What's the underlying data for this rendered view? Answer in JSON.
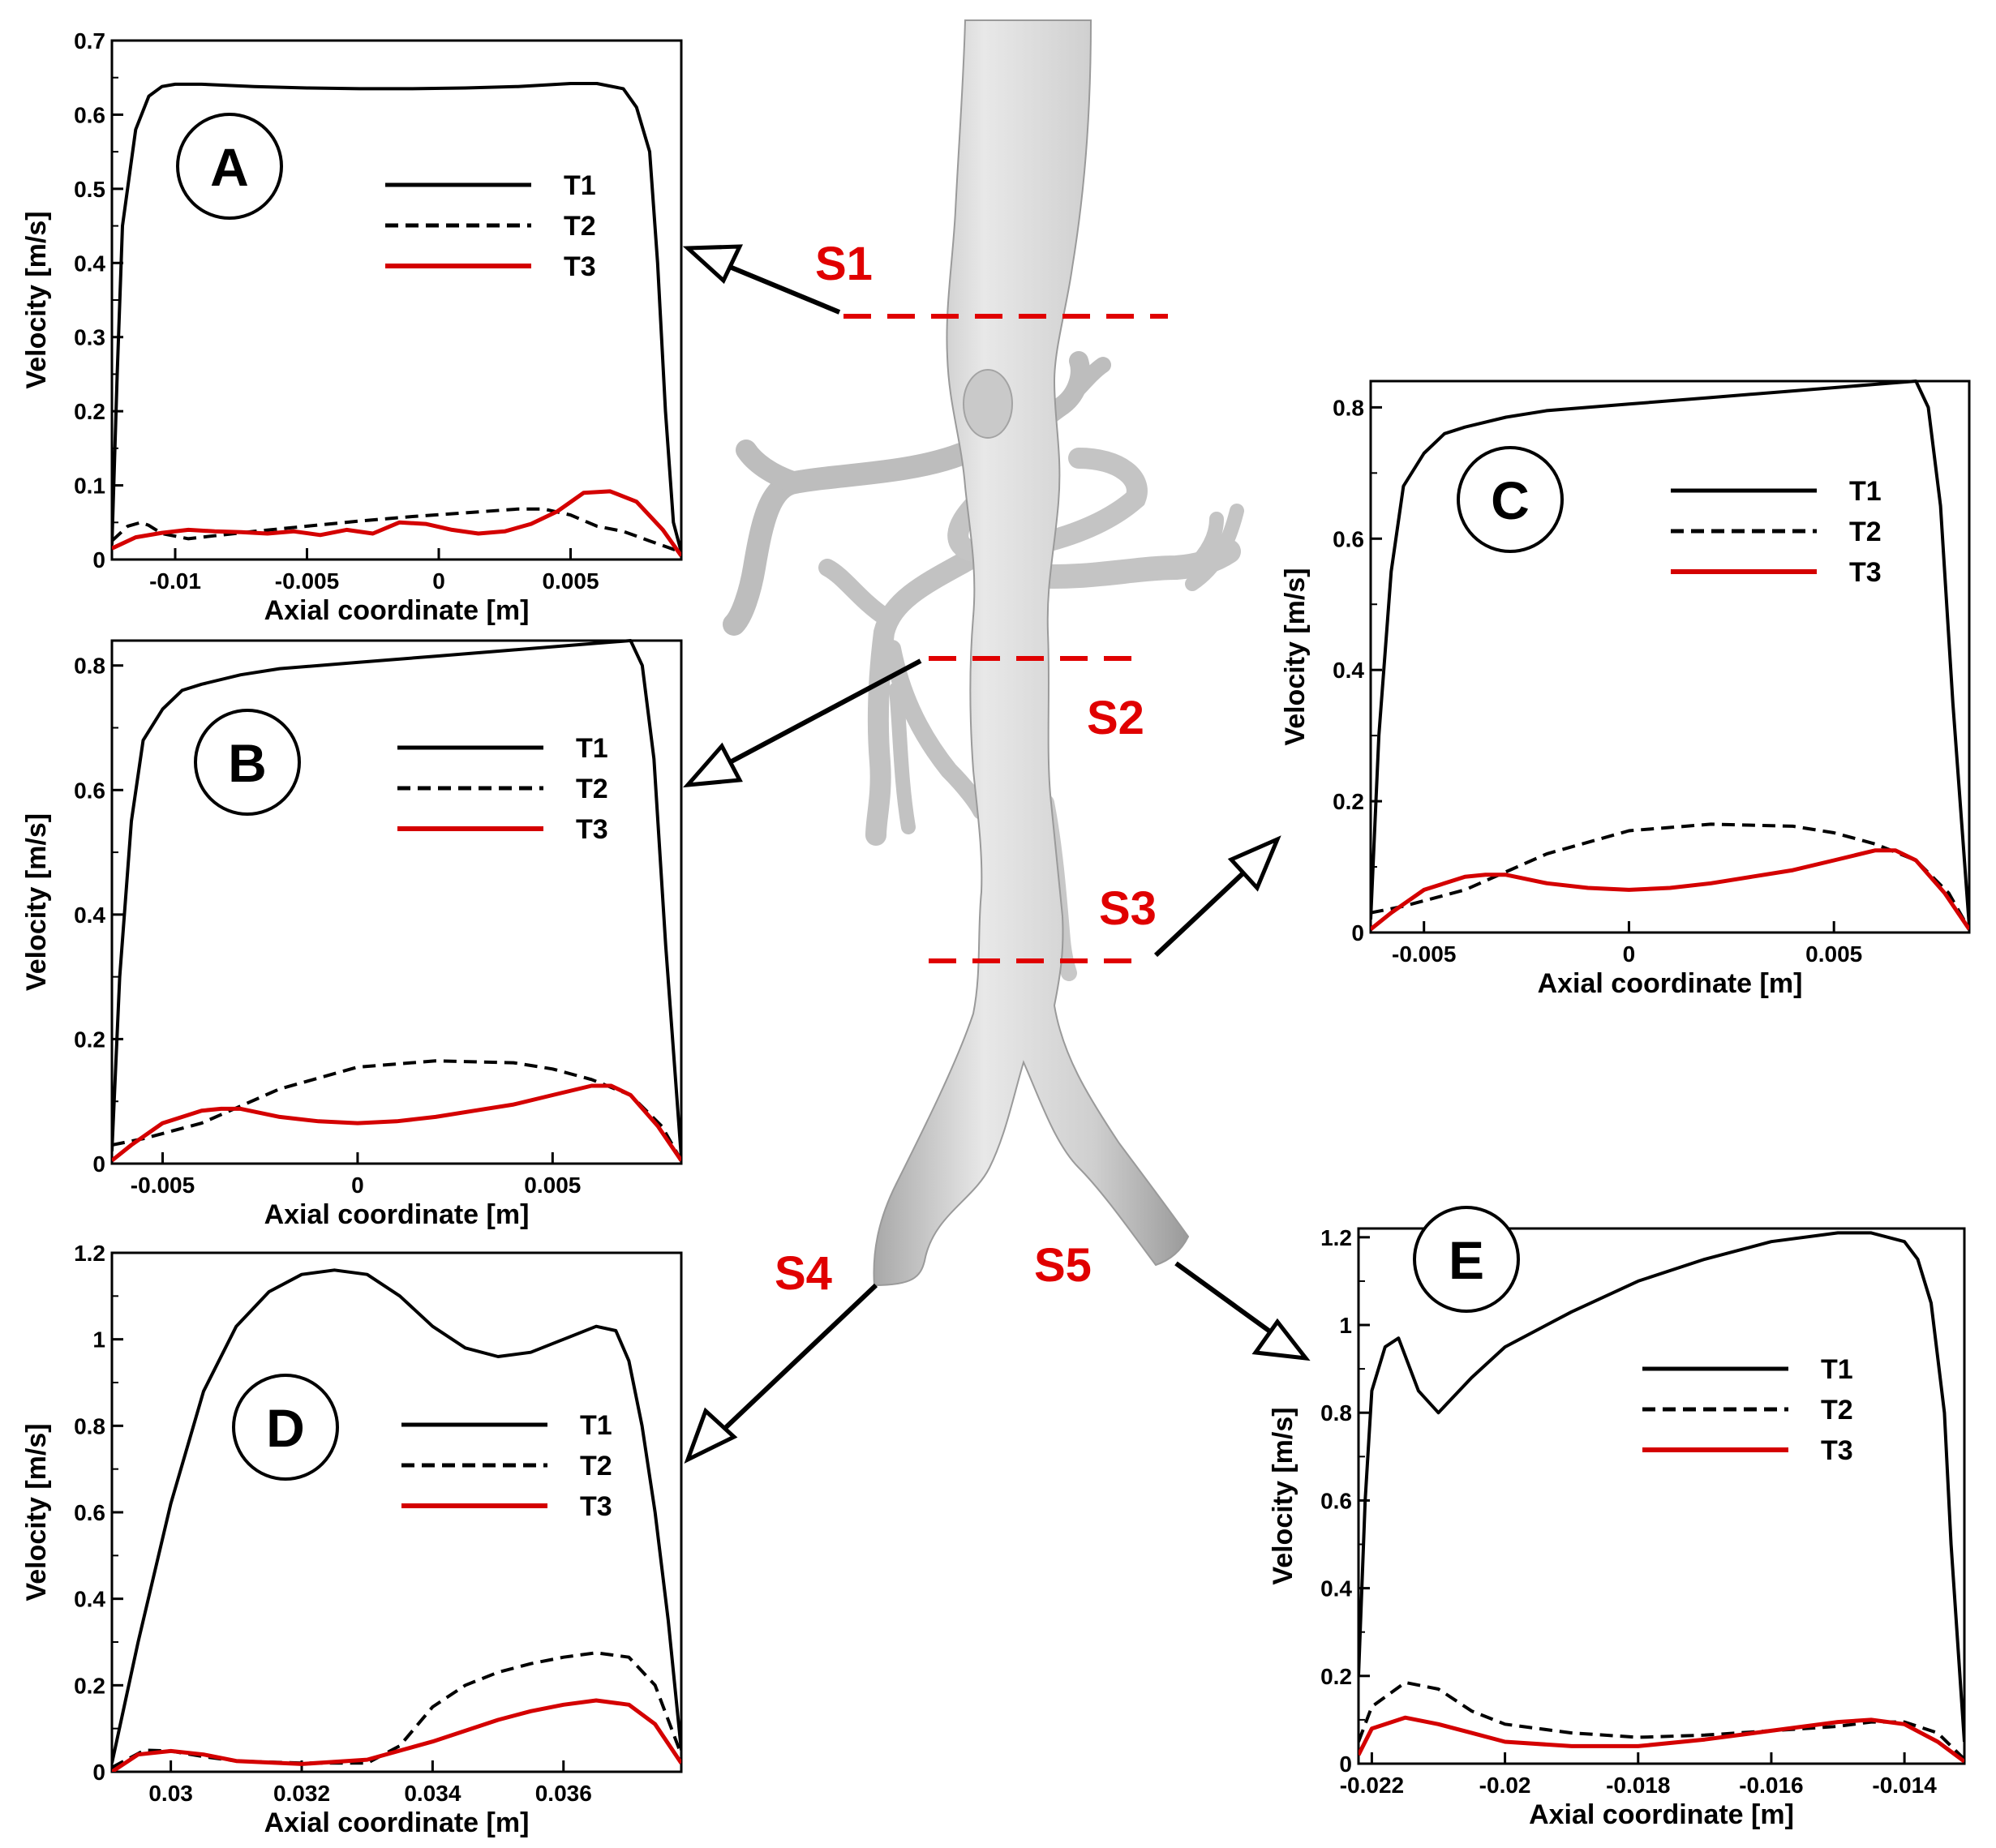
{
  "panels": {
    "A": {
      "label": "A",
      "xlabel": "Axial coordinate [m]",
      "ylabel": "Velocity [m/s]",
      "xticks": [
        "-0.01",
        "-0.005",
        "0",
        "0.005"
      ],
      "yticks": [
        "0",
        "0.1",
        "0.2",
        "0.3",
        "0.4",
        "0.5",
        "0.6",
        "0.7"
      ],
      "legend": [
        "T1",
        "T2",
        "T3"
      ]
    },
    "B": {
      "label": "B",
      "xlabel": "Axial coordinate [m]",
      "ylabel": "Velocity [m/s]",
      "xticks": [
        "-0.005",
        "0",
        "0.005"
      ],
      "yticks": [
        "0",
        "0.2",
        "0.4",
        "0.6",
        "0.8"
      ],
      "legend": [
        "T1",
        "T2",
        "T3"
      ]
    },
    "C": {
      "label": "C",
      "xlabel": "Axial coordinate [m]",
      "ylabel": "Velocity [m/s]",
      "xticks": [
        "-0.005",
        "0",
        "0.005"
      ],
      "yticks": [
        "0",
        "0.2",
        "0.4",
        "0.6",
        "0.8"
      ],
      "legend": [
        "T1",
        "T2",
        "T3"
      ]
    },
    "D": {
      "label": "D",
      "xlabel": "Axial coordinate [m]",
      "ylabel": "Velocity [m/s]",
      "xticks": [
        "0.03",
        "0.032",
        "0.034",
        "0.036"
      ],
      "yticks": [
        "0",
        "0.2",
        "0.4",
        "0.6",
        "0.8",
        "1",
        "1.2"
      ],
      "legend": [
        "T1",
        "T2",
        "T3"
      ]
    },
    "E": {
      "label": "E",
      "xlabel": "Axial coordinate [m]",
      "ylabel": "Velocity [m/s]",
      "xticks": [
        "-0.022",
        "-0.02",
        "-0.018",
        "-0.016",
        "-0.014"
      ],
      "yticks": [
        "0",
        "0.2",
        "0.4",
        "0.6",
        "0.8",
        "1",
        "1.2"
      ],
      "legend": [
        "T1",
        "T2",
        "T3"
      ]
    }
  },
  "sections": {
    "s1": "S1",
    "s2": "S2",
    "s3": "S3",
    "s4": "S4",
    "s5": "S5"
  },
  "colors": {
    "T1": "#000000",
    "T2": "#000000",
    "T3": "#d40000",
    "section": "#e00000",
    "vessel": "#cfcfcf"
  },
  "chart_data": [
    {
      "id": "A",
      "type": "line",
      "xlim": [
        -0.0124,
        0.0092
      ],
      "ylim": [
        0,
        0.7
      ],
      "series": [
        {
          "name": "T1",
          "style": "solid",
          "color": "#000000",
          "x": [
            -0.0124,
            -0.0122,
            -0.012,
            -0.0115,
            -0.011,
            -0.0105,
            -0.01,
            -0.009,
            -0.007,
            -0.005,
            -0.003,
            -0.001,
            0.001,
            0.003,
            0.005,
            0.006,
            0.007,
            0.0075,
            0.008,
            0.0083,
            0.0086,
            0.0089,
            0.0092
          ],
          "y": [
            0.02,
            0.25,
            0.45,
            0.58,
            0.625,
            0.638,
            0.641,
            0.641,
            0.638,
            0.636,
            0.635,
            0.635,
            0.636,
            0.638,
            0.642,
            0.642,
            0.635,
            0.61,
            0.55,
            0.4,
            0.2,
            0.05,
            0.01
          ]
        },
        {
          "name": "T2",
          "style": "dashed",
          "color": "#000000",
          "x": [
            -0.0124,
            -0.0118,
            -0.0113,
            -0.011,
            -0.0105,
            -0.0095,
            -0.0085,
            -0.007,
            -0.005,
            -0.003,
            -0.001,
            0.001,
            0.003,
            0.004,
            0.005,
            0.006,
            0.007,
            0.008,
            0.0088,
            0.0092
          ],
          "y": [
            0.025,
            0.045,
            0.05,
            0.046,
            0.035,
            0.028,
            0.032,
            0.038,
            0.045,
            0.052,
            0.058,
            0.063,
            0.068,
            0.068,
            0.06,
            0.045,
            0.038,
            0.025,
            0.015,
            0.01
          ]
        },
        {
          "name": "T3",
          "style": "solid",
          "color": "#d40000",
          "x": [
            -0.0124,
            -0.0115,
            -0.0105,
            -0.0095,
            -0.0085,
            -0.0075,
            -0.0065,
            -0.0055,
            -0.0045,
            -0.0035,
            -0.0025,
            -0.0015,
            -0.0005,
            0.0005,
            0.0015,
            0.0025,
            0.0035,
            0.0045,
            0.0055,
            0.0065,
            0.0075,
            0.0085,
            0.0092
          ],
          "y": [
            0.015,
            0.03,
            0.036,
            0.04,
            0.038,
            0.037,
            0.035,
            0.038,
            0.033,
            0.04,
            0.035,
            0.05,
            0.048,
            0.04,
            0.035,
            0.038,
            0.048,
            0.065,
            0.09,
            0.092,
            0.078,
            0.04,
            0.005
          ]
        }
      ]
    },
    {
      "id": "B",
      "type": "line",
      "xlim": [
        -0.0063,
        0.0083
      ],
      "ylim": [
        0,
        0.84
      ],
      "series": [
        {
          "name": "T1",
          "style": "solid",
          "color": "#000000",
          "x": [
            -0.0063,
            -0.0061,
            -0.0058,
            -0.0055,
            -0.005,
            -0.0045,
            -0.004,
            -0.003,
            -0.002,
            0,
            0.002,
            0.004,
            0.006,
            0.007,
            0.0073,
            0.0076,
            0.0079,
            0.0083
          ],
          "y": [
            0.02,
            0.3,
            0.55,
            0.68,
            0.73,
            0.76,
            0.77,
            0.785,
            0.795,
            0.805,
            0.815,
            0.825,
            0.835,
            0.84,
            0.8,
            0.65,
            0.35,
            0.01
          ]
        },
        {
          "name": "T2",
          "style": "dashed",
          "color": "#000000",
          "x": [
            -0.0063,
            -0.0055,
            -0.004,
            -0.002,
            0,
            0.002,
            0.004,
            0.005,
            0.006,
            0.007,
            0.0078,
            0.0083
          ],
          "y": [
            0.03,
            0.04,
            0.065,
            0.12,
            0.155,
            0.165,
            0.162,
            0.152,
            0.135,
            0.11,
            0.06,
            0.005
          ]
        },
        {
          "name": "T3",
          "style": "solid",
          "color": "#d40000",
          "x": [
            -0.0063,
            -0.0058,
            -0.005,
            -0.004,
            -0.0035,
            -0.003,
            -0.002,
            -0.001,
            0,
            0.001,
            0.002,
            0.003,
            0.004,
            0.005,
            0.006,
            0.0065,
            0.007,
            0.0077,
            0.0083
          ],
          "y": [
            0.005,
            0.03,
            0.065,
            0.085,
            0.088,
            0.088,
            0.075,
            0.068,
            0.065,
            0.068,
            0.075,
            0.085,
            0.095,
            0.11,
            0.125,
            0.125,
            0.11,
            0.06,
            0.005
          ]
        }
      ]
    },
    {
      "id": "C",
      "type": "line",
      "xlim": [
        -0.0063,
        0.0083
      ],
      "ylim": [
        0,
        0.84
      ],
      "series": [
        {
          "name": "T1",
          "style": "solid",
          "color": "#000000",
          "x": [
            -0.0063,
            -0.0061,
            -0.0058,
            -0.0055,
            -0.005,
            -0.0045,
            -0.004,
            -0.003,
            -0.002,
            0,
            0.002,
            0.004,
            0.006,
            0.007,
            0.0073,
            0.0076,
            0.0079,
            0.0083
          ],
          "y": [
            0.02,
            0.3,
            0.55,
            0.68,
            0.73,
            0.76,
            0.77,
            0.785,
            0.795,
            0.805,
            0.815,
            0.825,
            0.835,
            0.84,
            0.8,
            0.65,
            0.35,
            0.01
          ]
        },
        {
          "name": "T2",
          "style": "dashed",
          "color": "#000000",
          "x": [
            -0.0063,
            -0.0055,
            -0.004,
            -0.002,
            0,
            0.002,
            0.004,
            0.005,
            0.006,
            0.007,
            0.0078,
            0.0083
          ],
          "y": [
            0.03,
            0.04,
            0.065,
            0.12,
            0.155,
            0.165,
            0.162,
            0.152,
            0.135,
            0.11,
            0.06,
            0.005
          ]
        },
        {
          "name": "T3",
          "style": "solid",
          "color": "#d40000",
          "x": [
            -0.0063,
            -0.0058,
            -0.005,
            -0.004,
            -0.0035,
            -0.003,
            -0.002,
            -0.001,
            0,
            0.001,
            0.002,
            0.003,
            0.004,
            0.005,
            0.006,
            0.0065,
            0.007,
            0.0077,
            0.0083
          ],
          "y": [
            0.005,
            0.03,
            0.065,
            0.085,
            0.088,
            0.088,
            0.075,
            0.068,
            0.065,
            0.068,
            0.075,
            0.085,
            0.095,
            0.11,
            0.125,
            0.125,
            0.11,
            0.06,
            0.005
          ]
        }
      ]
    },
    {
      "id": "D",
      "type": "line",
      "xlim": [
        0.0291,
        0.0378
      ],
      "ylim": [
        0,
        1.2
      ],
      "series": [
        {
          "name": "T1",
          "style": "solid",
          "color": "#000000",
          "x": [
            0.0291,
            0.0295,
            0.03,
            0.0305,
            0.031,
            0.0315,
            0.032,
            0.0325,
            0.033,
            0.0335,
            0.034,
            0.0345,
            0.035,
            0.0355,
            0.036,
            0.0365,
            0.0368,
            0.037,
            0.0372,
            0.0374,
            0.0376,
            0.0378
          ],
          "y": [
            0.02,
            0.3,
            0.62,
            0.88,
            1.03,
            1.11,
            1.15,
            1.16,
            1.15,
            1.1,
            1.03,
            0.98,
            0.96,
            0.97,
            1.0,
            1.03,
            1.02,
            0.95,
            0.8,
            0.6,
            0.35,
            0.05
          ]
        },
        {
          "name": "T2",
          "style": "dashed",
          "color": "#000000",
          "x": [
            0.0291,
            0.0296,
            0.03,
            0.0305,
            0.031,
            0.032,
            0.033,
            0.0335,
            0.034,
            0.0345,
            0.035,
            0.0355,
            0.036,
            0.0365,
            0.037,
            0.0374,
            0.0378
          ],
          "y": [
            0.01,
            0.05,
            0.048,
            0.035,
            0.025,
            0.02,
            0.02,
            0.06,
            0.15,
            0.2,
            0.23,
            0.25,
            0.265,
            0.275,
            0.265,
            0.2,
            0.04
          ]
        },
        {
          "name": "T3",
          "style": "solid",
          "color": "#d40000",
          "x": [
            0.0291,
            0.0295,
            0.03,
            0.0305,
            0.031,
            0.032,
            0.033,
            0.034,
            0.035,
            0.0355,
            0.036,
            0.0365,
            0.037,
            0.0374,
            0.0378
          ],
          "y": [
            0.0,
            0.04,
            0.048,
            0.04,
            0.025,
            0.018,
            0.028,
            0.07,
            0.12,
            0.14,
            0.155,
            0.165,
            0.155,
            0.11,
            0.02
          ]
        }
      ]
    },
    {
      "id": "E",
      "type": "line",
      "xlim": [
        -0.0222,
        -0.0131
      ],
      "ylim": [
        0,
        1.22
      ],
      "series": [
        {
          "name": "T1",
          "style": "solid",
          "color": "#000000",
          "x": [
            -0.0222,
            -0.0221,
            -0.022,
            -0.0218,
            -0.0216,
            -0.0213,
            -0.021,
            -0.0205,
            -0.02,
            -0.019,
            -0.018,
            -0.017,
            -0.016,
            -0.015,
            -0.0145,
            -0.014,
            -0.0138,
            -0.0136,
            -0.0134,
            -0.0133,
            -0.0131
          ],
          "y": [
            0.2,
            0.6,
            0.85,
            0.95,
            0.97,
            0.85,
            0.8,
            0.88,
            0.95,
            1.03,
            1.1,
            1.15,
            1.19,
            1.21,
            1.21,
            1.19,
            1.15,
            1.05,
            0.8,
            0.5,
            0.05
          ]
        },
        {
          "name": "T2",
          "style": "dashed",
          "color": "#000000",
          "x": [
            -0.0222,
            -0.022,
            -0.0215,
            -0.021,
            -0.0205,
            -0.02,
            -0.019,
            -0.018,
            -0.017,
            -0.016,
            -0.015,
            -0.0145,
            -0.014,
            -0.0135,
            -0.0131
          ],
          "y": [
            0.05,
            0.13,
            0.185,
            0.17,
            0.12,
            0.09,
            0.07,
            0.06,
            0.065,
            0.075,
            0.085,
            0.095,
            0.095,
            0.07,
            0.01
          ]
        },
        {
          "name": "T3",
          "style": "solid",
          "color": "#d40000",
          "x": [
            -0.0222,
            -0.022,
            -0.0215,
            -0.021,
            -0.0205,
            -0.02,
            -0.019,
            -0.018,
            -0.017,
            -0.016,
            -0.015,
            -0.0145,
            -0.014,
            -0.0135,
            -0.0131
          ],
          "y": [
            0.02,
            0.08,
            0.105,
            0.09,
            0.07,
            0.05,
            0.04,
            0.04,
            0.055,
            0.075,
            0.095,
            0.1,
            0.09,
            0.05,
            0.005
          ]
        }
      ]
    }
  ]
}
